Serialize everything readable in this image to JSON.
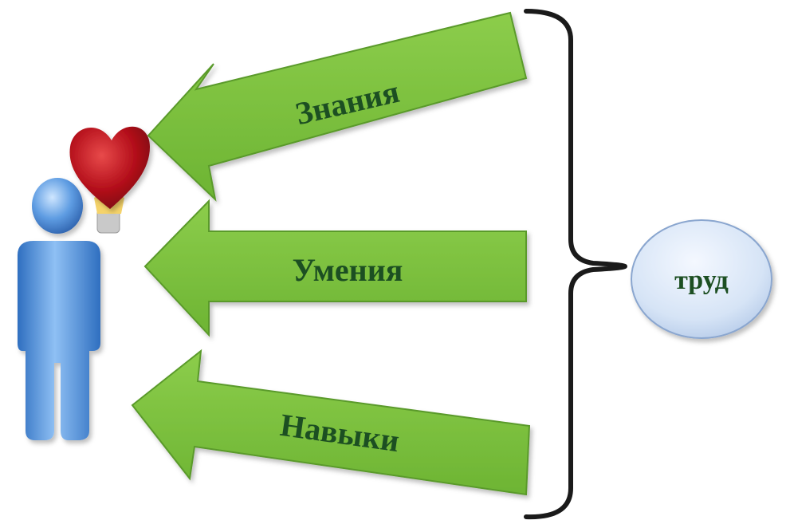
{
  "arrows": [
    {
      "label": "Знания"
    },
    {
      "label": "Умения"
    },
    {
      "label": "Навыки"
    }
  ],
  "source": {
    "label": "труд"
  },
  "figure": {
    "icon": "person-icon",
    "accessory": "heart-lightbulb-icon"
  },
  "colors": {
    "arrow_fill": "#7fc241",
    "arrow_stroke": "#5a9a2c",
    "label_text": "#1f4f23",
    "oval_fill": "#dce8f7",
    "oval_stroke": "#8aa6cf",
    "person": "#4f8fd8",
    "heart": "#b30e1a",
    "bulb": "#f5d36a",
    "brace": "#1a1a1a"
  }
}
